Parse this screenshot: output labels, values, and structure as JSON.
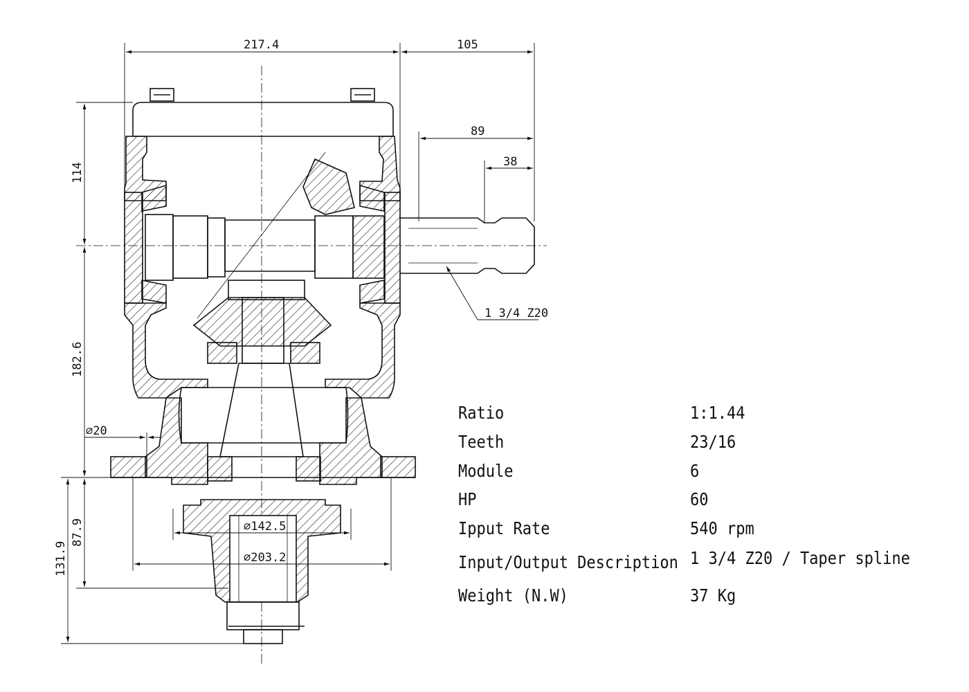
{
  "dimensions": {
    "width_top": "217.4",
    "shaft_offset": "105",
    "shaft_len_89": "89",
    "shaft_len_38": "38",
    "height_114": "114",
    "height_182": "182.6",
    "height_87": "87.9",
    "height_131": "131.9",
    "bolt_dia": "⌀20",
    "flange_dia_142": "⌀142.5",
    "flange_dia_203": "⌀203.2",
    "spline_note": "1 3/4 Z20"
  },
  "specs": [
    {
      "label": "Ratio",
      "value": "1:1.44"
    },
    {
      "label": "Teeth",
      "value": "23/16"
    },
    {
      "label": "Module",
      "value": "6"
    },
    {
      "label": "HP",
      "value": "60"
    },
    {
      "label": "Ipput Rate",
      "value": "540 rpm"
    },
    {
      "label": "Input/Output Description",
      "value": "1 3/4 Z20 / Taper spline"
    },
    {
      "label": "Weight (N.W)",
      "value": "37 Kg"
    }
  ]
}
